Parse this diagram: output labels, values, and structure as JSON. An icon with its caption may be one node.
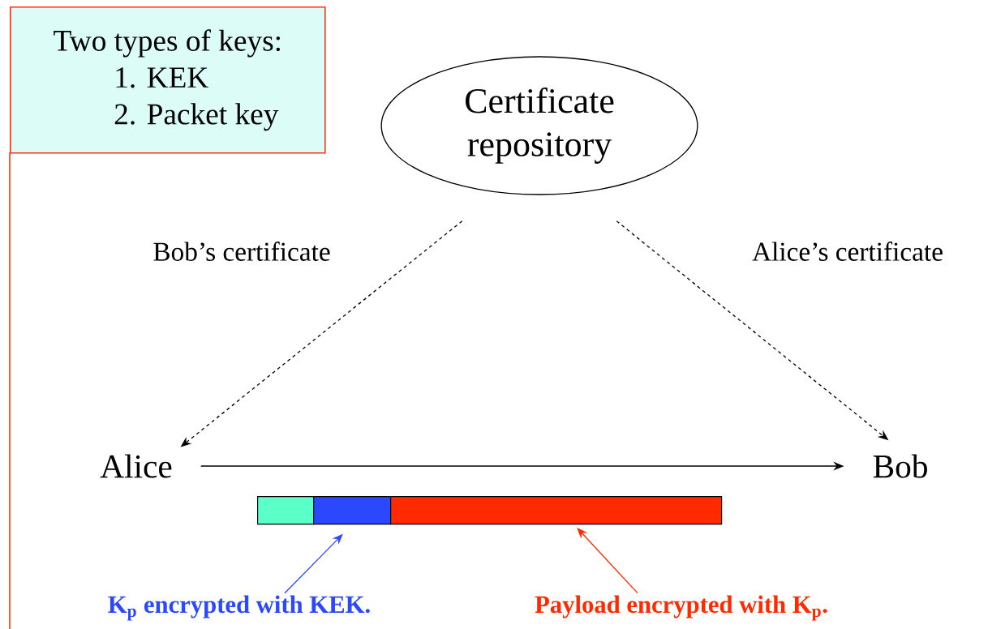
{
  "diagram": {
    "nodes": [
      {
        "text": [
          "Two types of keys:",
          "1. KEK",
          "2. Packet key"
        ]
      },
      {
        "text": [
          "Certificate repository"
        ]
      },
      {
        "text": [
          "Alice"
        ]
      },
      {
        "text": [
          "Bob"
        ]
      },
      {
        "text": [],
        "shape": "bar"
      },
      {
        "text": [],
        "shape": "bar"
      },
      {
        "text": [],
        "shape": "bar"
      },
      {
        "text": [
          "K$_{p}$ encrypted with KEK."
        ]
      },
      {
        "text": [
          "Payload encrypted with K$_{p}$."
        ]
      }
    ],
    "edges": [
      {
        "from": 1,
        "to": 2,
        "arrow": "to",
        "style": "dashed",
        "label": "Bob’s certificate"
      },
      {
        "from": 1,
        "to": 3,
        "arrow": "to",
        "style": "dashed",
        "label": "Alice’s certificate"
      },
      {
        "from": 2,
        "to": 3,
        "arrow": "to"
      },
      {
        "from": 7,
        "to": 5,
        "arrow": "to",
        "color": "#2b48ff"
      },
      {
        "from": 8,
        "to": 6,
        "arrow": "to",
        "color": "#ff2a00"
      }
    ]
  }
}
